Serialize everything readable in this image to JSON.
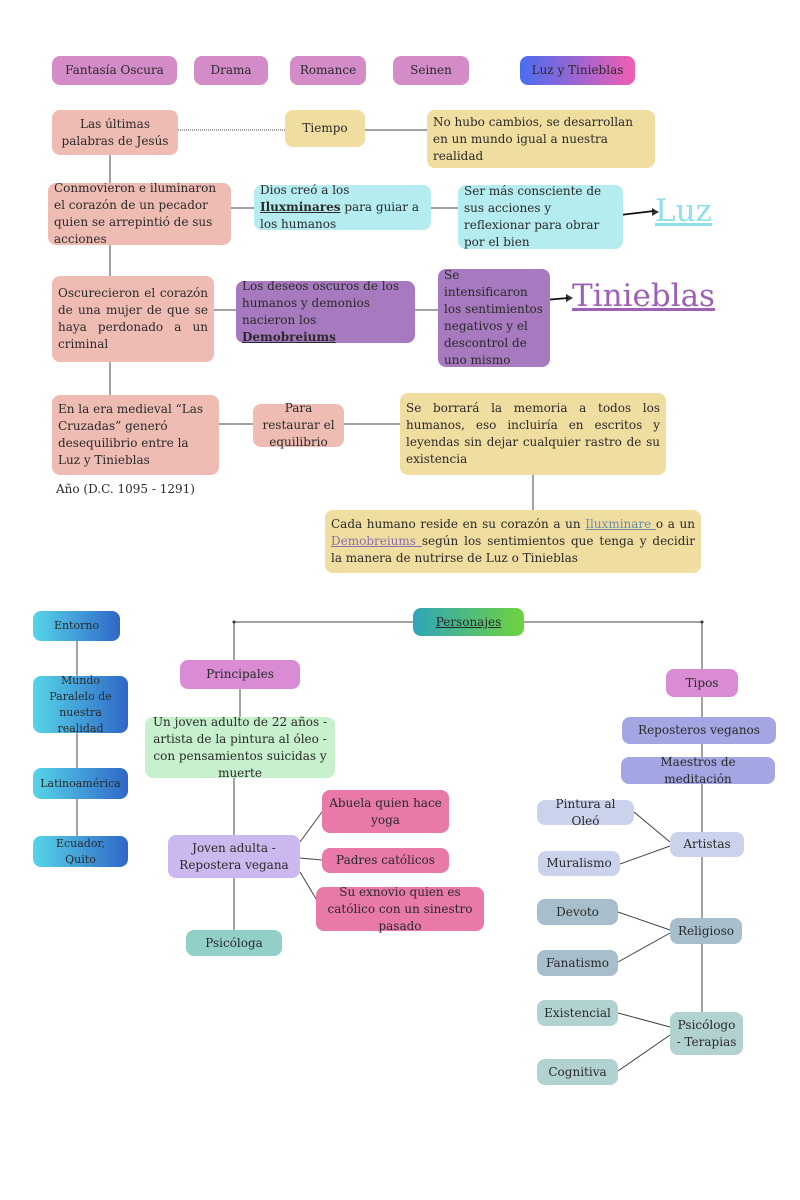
{
  "genres": [
    "Fantasía Oscura",
    "Drama",
    "Romance",
    "Seinen"
  ],
  "genre_highlight": "Luz y Tinieblas",
  "rows": {
    "r1_left": "Las últimas palabras de Jesús",
    "r1_mid": "Tiempo",
    "r1_right": "No hubo cambios, se desarrollan en un mundo igual a nuestra realidad",
    "r2_left": "Conmovieron e iluminaron el corazón de un pecador quien se arrepintió de sus acciones",
    "r2_mid_pre": "Dios creó a los ",
    "r2_mid_link": "Iluxminares",
    "r2_mid_post": " para guiar a los humanos",
    "r2_right": "Ser más consciente de sus acciones y reflexionar para obrar por el bien",
    "r2_big": "Luz",
    "r3_left": "Oscurecieron el corazón de una mujer de que se haya perdonado a un criminal",
    "r3_mid_pre": "Los deseos oscuros de los humanos y demonios nacieron los ",
    "r3_mid_link": "Demobreiums",
    "r3_right": "Se intensificaron los sentimientos negativos y el descontrol de uno mismo",
    "r3_big": "Tinieblas",
    "r4_left": "En la era medieval “Las Cruzadas” generó desequilibrio entre la Luz y Tinieblas",
    "r4_mid": "Para restaurar el equilibrio",
    "r4_right": "Se borrará la memoria a todos los humanos, eso incluiría en escritos y leyendas sin dejar cualquier rastro de su existencia",
    "year": "Año (D.C. 1095 - 1291)",
    "r5_a": "Cada humano reside en su corazón a un ",
    "r5_link1": "Iluxminare ",
    "r5_b": "o a un ",
    "r5_link2": "Demobreiums ",
    "r5_c": "según los sentimientos que tenga y decidir la manera de nutrirse de Luz o Tinieblas"
  },
  "entorno": {
    "title": "Entorno",
    "items": [
      "Mundo Paralelo de nuestra realidad",
      "Latinoamérica",
      "Ecuador, Quito"
    ]
  },
  "personajes": {
    "title": "Personajes",
    "principales": "Principales",
    "p1": "Un joven adulto de 22 años - artista de la pintura al óleo - con pensamientos suicidas y muerte",
    "p2": "Joven adulta - Repostera vegana",
    "rel1": "Abuela quien hace yoga",
    "rel2": "Padres católicos",
    "rel3": "Su exnovio quien es católico con un sinestro pasado",
    "p3": "Psicóloga",
    "tipos": "Tipos",
    "t1": "Reposteros veganos",
    "t2": "Maestros de meditación",
    "artistas": "Artistas",
    "art1": "Pintura al Oleó",
    "art2": "Muralismo",
    "religioso": "Religioso",
    "rel_a": "Devoto",
    "rel_b": "Fanatismo",
    "psico": "Psicólogo - Terapias",
    "psi_a": "Existencial",
    "psi_b": "Cognitiva"
  }
}
